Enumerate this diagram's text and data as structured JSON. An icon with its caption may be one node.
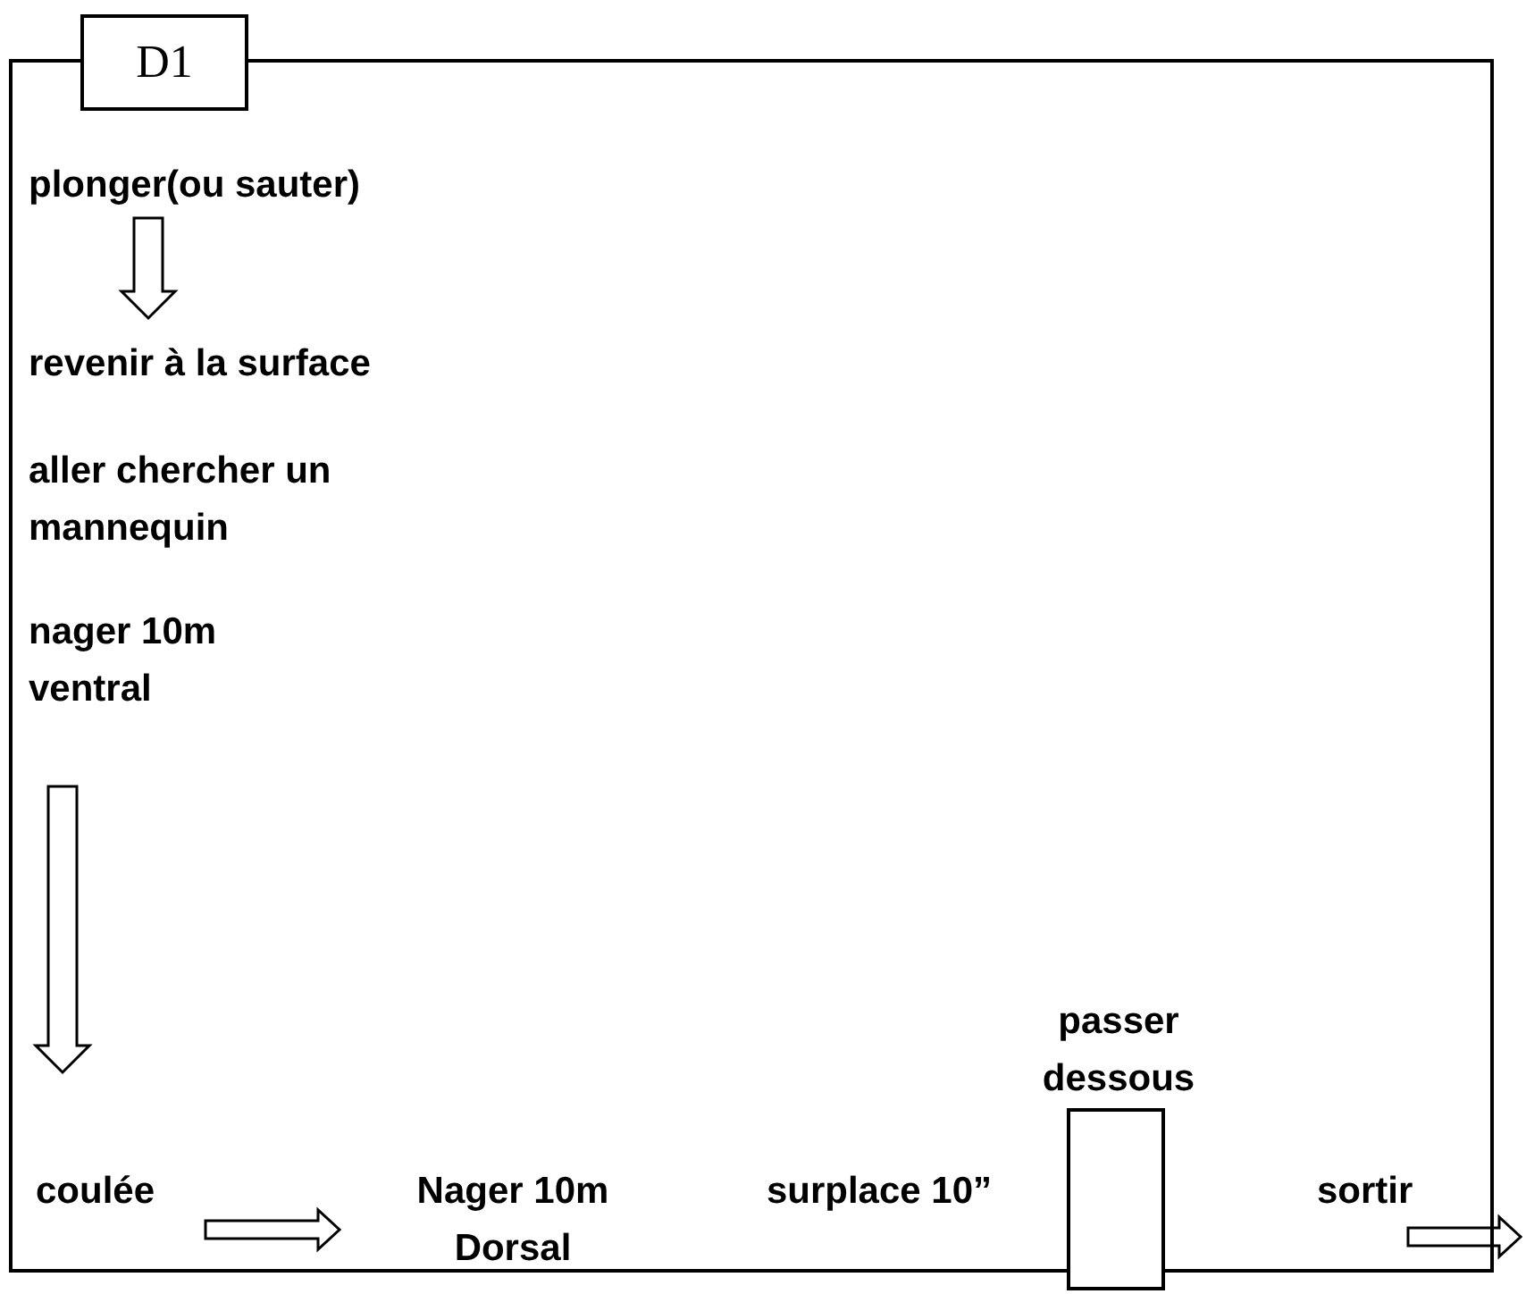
{
  "diagram": {
    "nodes": [
      {
        "text": [],
        "shape": "box"
      },
      {
        "text": [
          "D1"
        ]
      },
      {
        "text": [
          "plonger(ou sauter)"
        ],
        "in": 0
      },
      {
        "text": [
          "revenir à la surface"
        ],
        "in": 0
      },
      {
        "text": [
          "aller chercher un mannequin"
        ],
        "in": 0
      },
      {
        "text": [
          "nager 10m ventral"
        ],
        "in": 0
      },
      {
        "text": [
          "coulée"
        ],
        "in": 0
      },
      {
        "text": [
          "Nager 10m Dorsal"
        ],
        "in": 0
      },
      {
        "text": [
          "surplace 10”"
        ],
        "in": 0
      },
      {
        "text": [],
        "shape": "box",
        "beside": [
          "passer dessous"
        ]
      },
      {
        "text": [
          "sortir"
        ],
        "in": 0
      }
    ],
    "edges": [
      {
        "from": 2,
        "to": 3,
        "arrow": "to"
      },
      {
        "from": 5,
        "to": 6,
        "arrow": "to"
      },
      {
        "from": 6,
        "to": 7,
        "arrow": "to"
      },
      {
        "from": 10,
        "to": null,
        "arrow": "to"
      }
    ]
  }
}
